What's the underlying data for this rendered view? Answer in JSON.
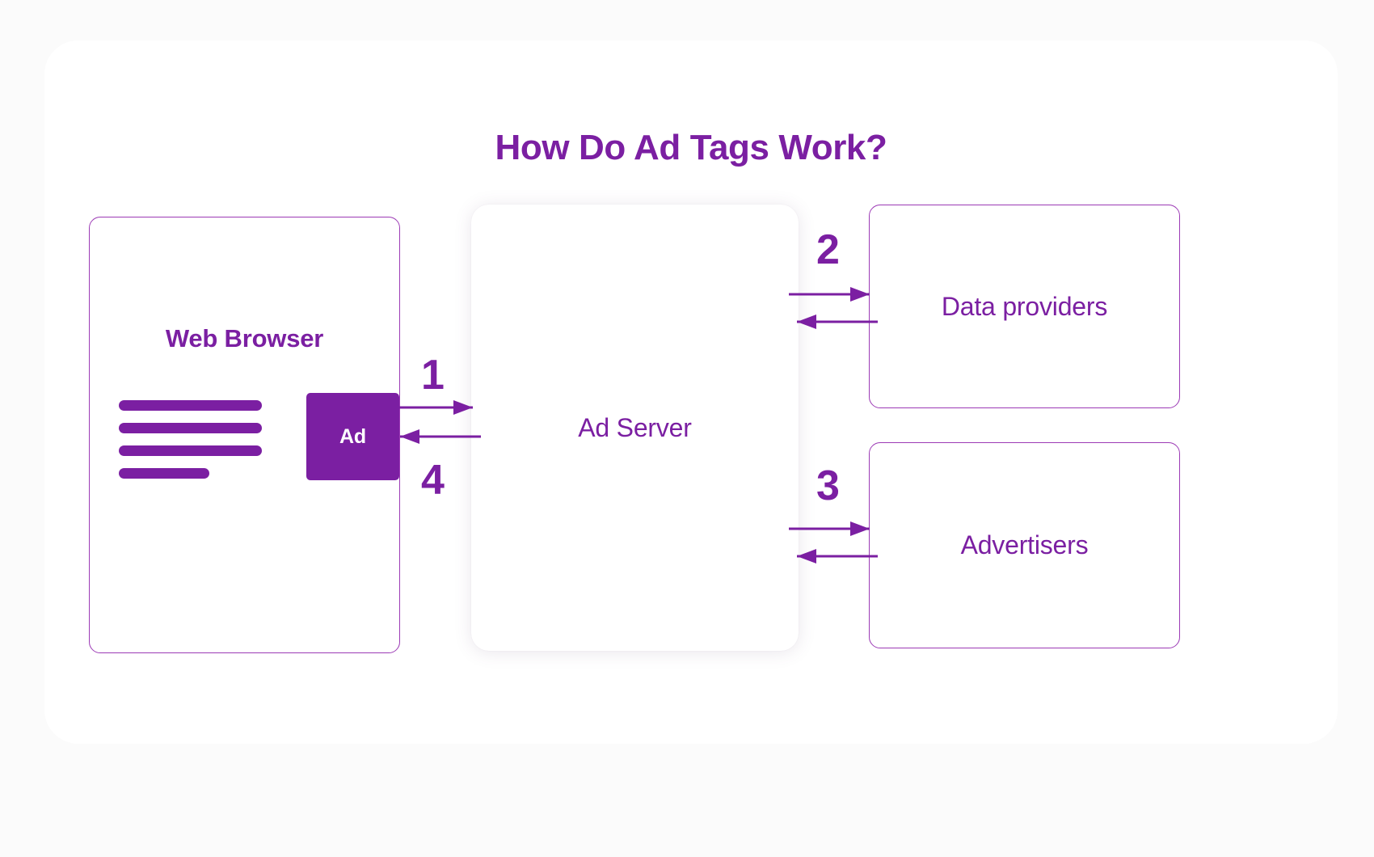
{
  "diagram": {
    "title": "How Do Ad Tags Work?",
    "accent_color": "#7b1fa2",
    "outline_color": "#9c3ab5",
    "card_background": "#ffffff",
    "page_background": "#fbfbfb",
    "nodes": [
      {
        "id": "web-browser",
        "label": "Web Browser",
        "style": "outlined",
        "ad_slot_label": "Ad",
        "content_lines": 4
      },
      {
        "id": "ad-server",
        "label": "Ad Server",
        "style": "card-shadow"
      },
      {
        "id": "data-providers",
        "label": "Data providers",
        "style": "outlined"
      },
      {
        "id": "advertisers",
        "label": "Advertisers",
        "style": "outlined"
      }
    ],
    "connectors": [
      {
        "id": "browser-to-adserver",
        "step": "1",
        "from": "web-browser",
        "to": "ad-server",
        "direction": "right"
      },
      {
        "id": "adserver-to-browser",
        "step": "4",
        "from": "ad-server",
        "to": "web-browser",
        "direction": "left"
      },
      {
        "id": "adserver-to-data-providers",
        "step": "2",
        "from": "ad-server",
        "to": "data-providers",
        "direction": "bidirectional"
      },
      {
        "id": "adserver-to-advertisers",
        "step": "3",
        "from": "ad-server",
        "to": "advertisers",
        "direction": "bidirectional"
      }
    ]
  }
}
